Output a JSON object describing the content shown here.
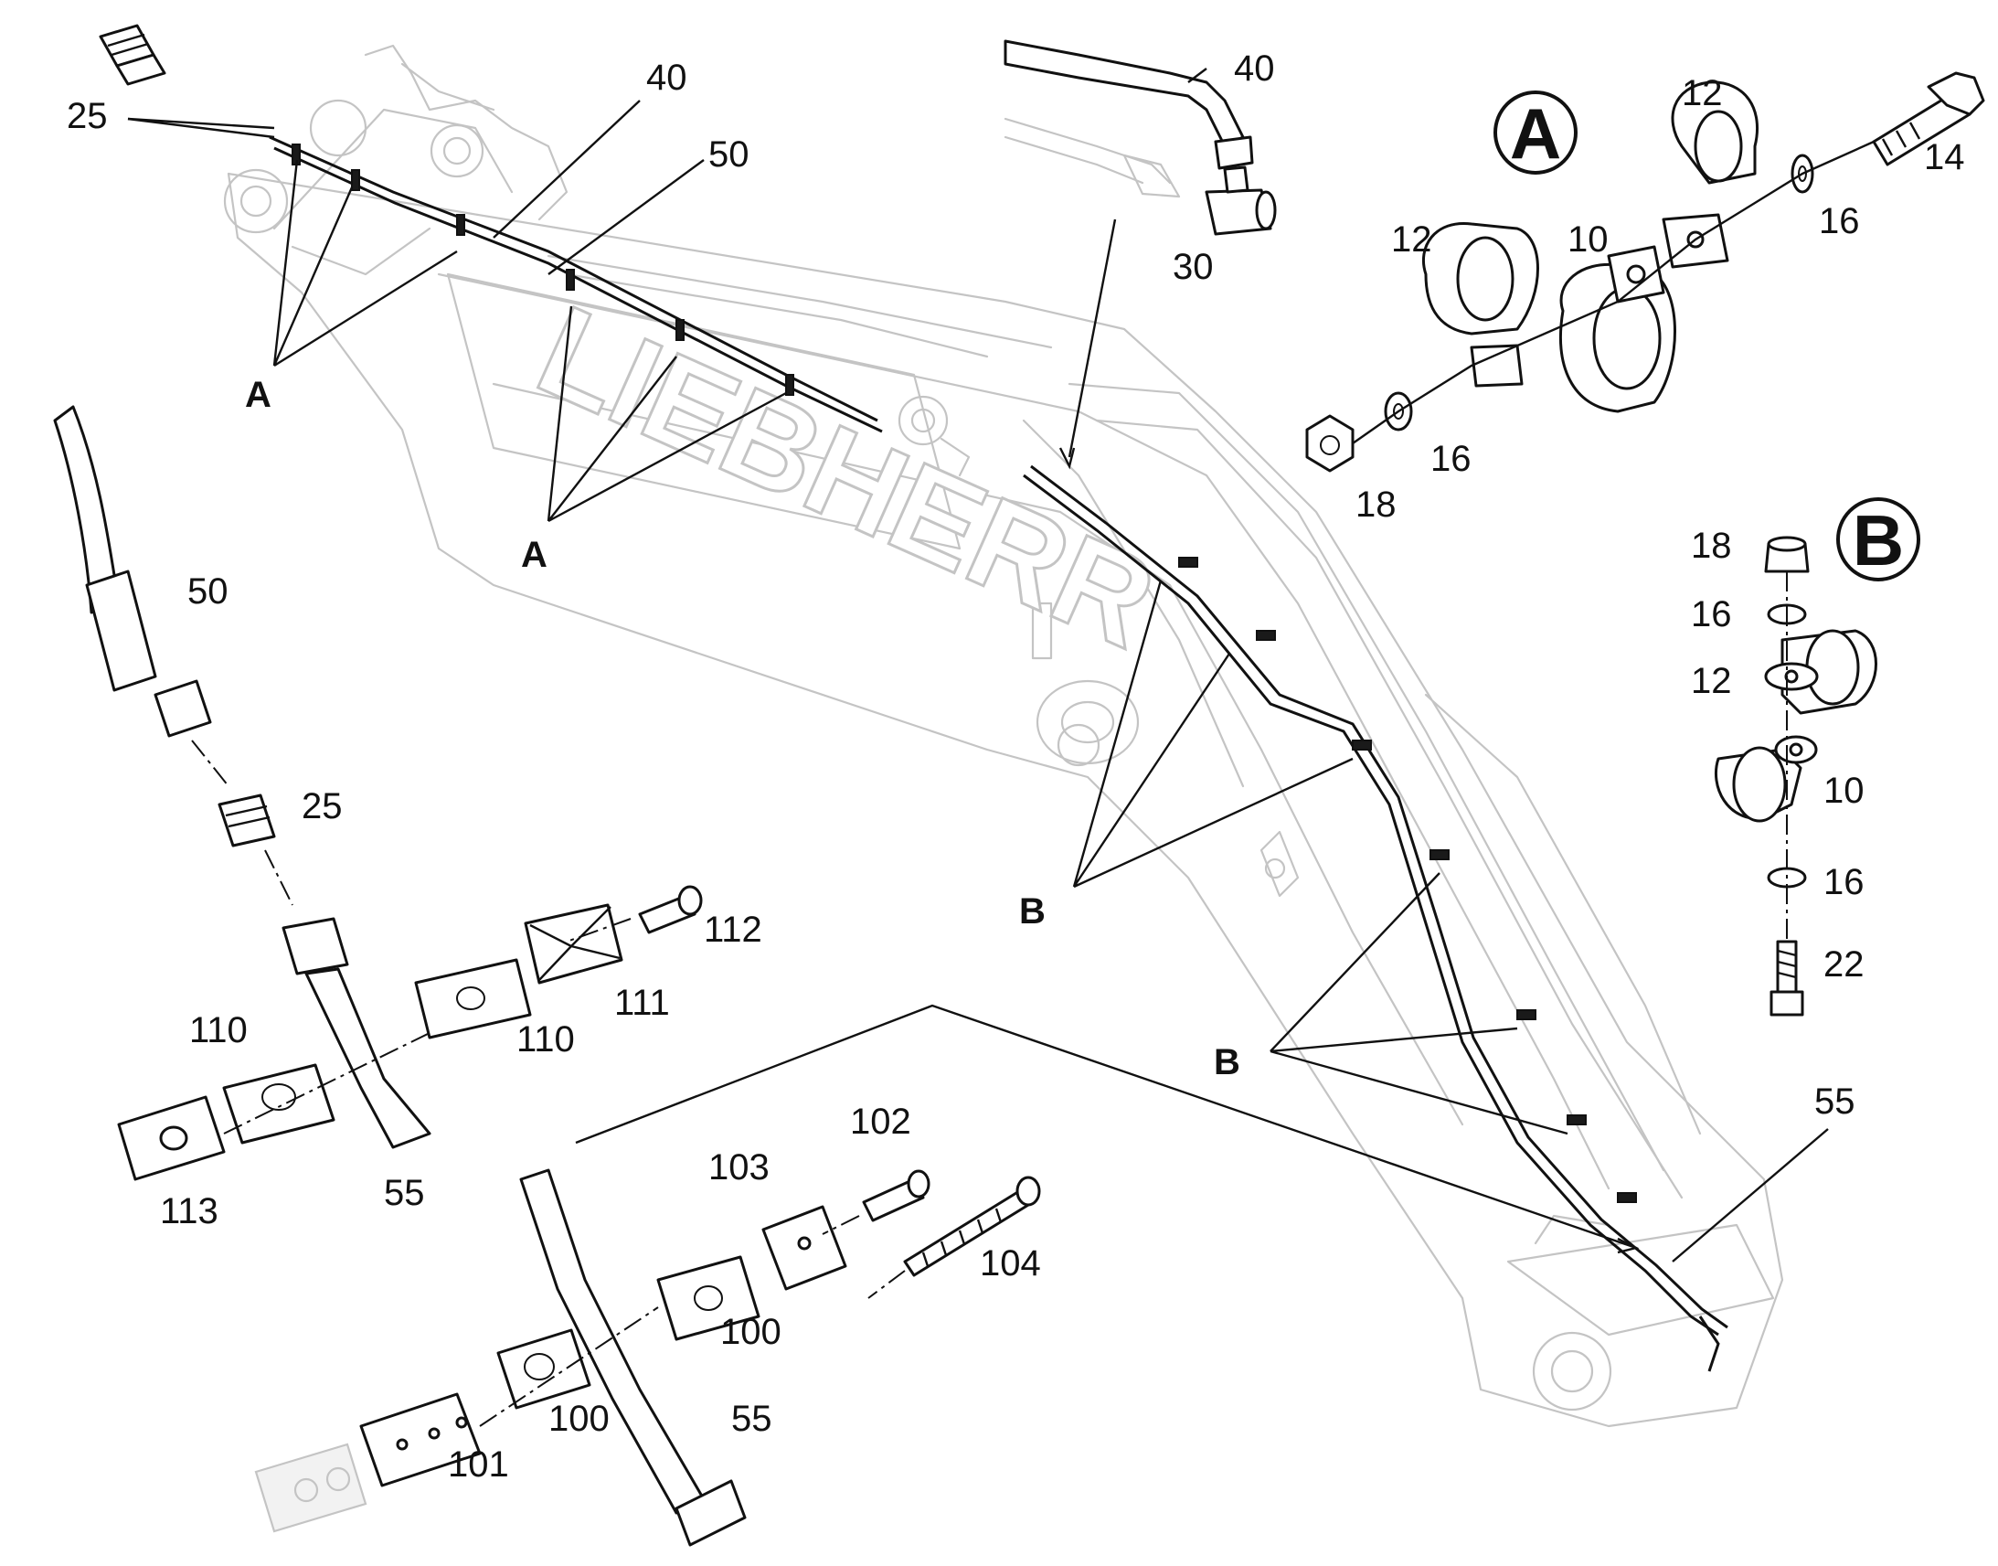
{
  "brand": "LIEBHERR",
  "detail_markers": {
    "a": "A",
    "b": "B"
  },
  "labels": {
    "p25_top": "25",
    "p40_top": "40",
    "p50_top": "50",
    "p40_right": "40",
    "p30": "30",
    "A_left": "A",
    "A_center": "A",
    "B_upper": "B",
    "B_lower": "B",
    "p55_right": "55",
    "detA_12_top": "12",
    "detA_14": "14",
    "detA_16_right": "16",
    "detA_12_left": "12",
    "detA_10": "10",
    "detA_16_bottom": "16",
    "detA_18": "18",
    "detB_18": "18",
    "detB_16_top": "16",
    "detB_12": "12",
    "detB_10": "10",
    "detB_16_bottom": "16",
    "detB_22": "22",
    "p50_left": "50",
    "p25_left": "25",
    "p112": "112",
    "p111": "111",
    "p110_left": "110",
    "p110_right": "110",
    "p113": "113",
    "p55_left": "55",
    "p102": "102",
    "p103": "103",
    "p104": "104",
    "p100_right": "100",
    "p100_left": "100",
    "p101": "101",
    "p55_bottom": "55"
  }
}
